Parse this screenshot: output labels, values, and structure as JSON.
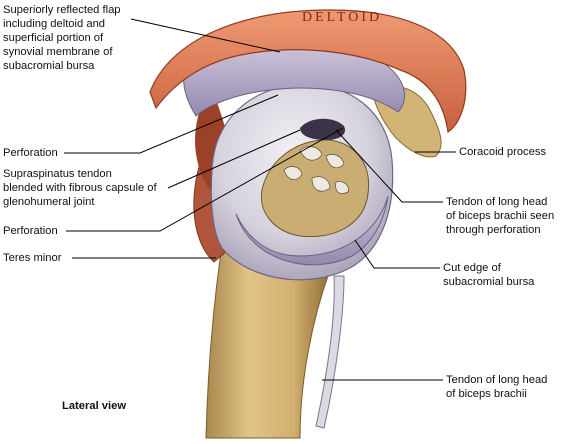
{
  "labels": {
    "flap": "Superiorly reflected flap\nincluding deltoid and\nsuperficial portion of\nsynovial membrane of\nsubacromial bursa",
    "deltoid_text": "DELTOID",
    "perforation_upper": "Perforation",
    "supraspinatus": "Supraspinatus tendon\nblended with fibrous capsule of\nglenohumeral joint",
    "perforation_lower": "Perforation",
    "teres_minor": "Teres minor",
    "coracoid": "Coracoid process",
    "biceps_seen": "Tendon of long head\nof biceps brachii seen\nthrough perforation",
    "cut_edge": "Cut edge of\nsubacromial bursa",
    "biceps_tendon": "Tendon of long head\nof biceps brachii",
    "view": "Lateral view"
  },
  "colors": {
    "muscle": "#e88a62",
    "muscle_dark": "#c4593a",
    "bursa": "#b7adc8",
    "capsule": "#d6d3de",
    "bone": "#d9b97a",
    "bone_dark": "#9c7a44",
    "cartilage": "#e6e3ea",
    "leader": "#000000"
  }
}
